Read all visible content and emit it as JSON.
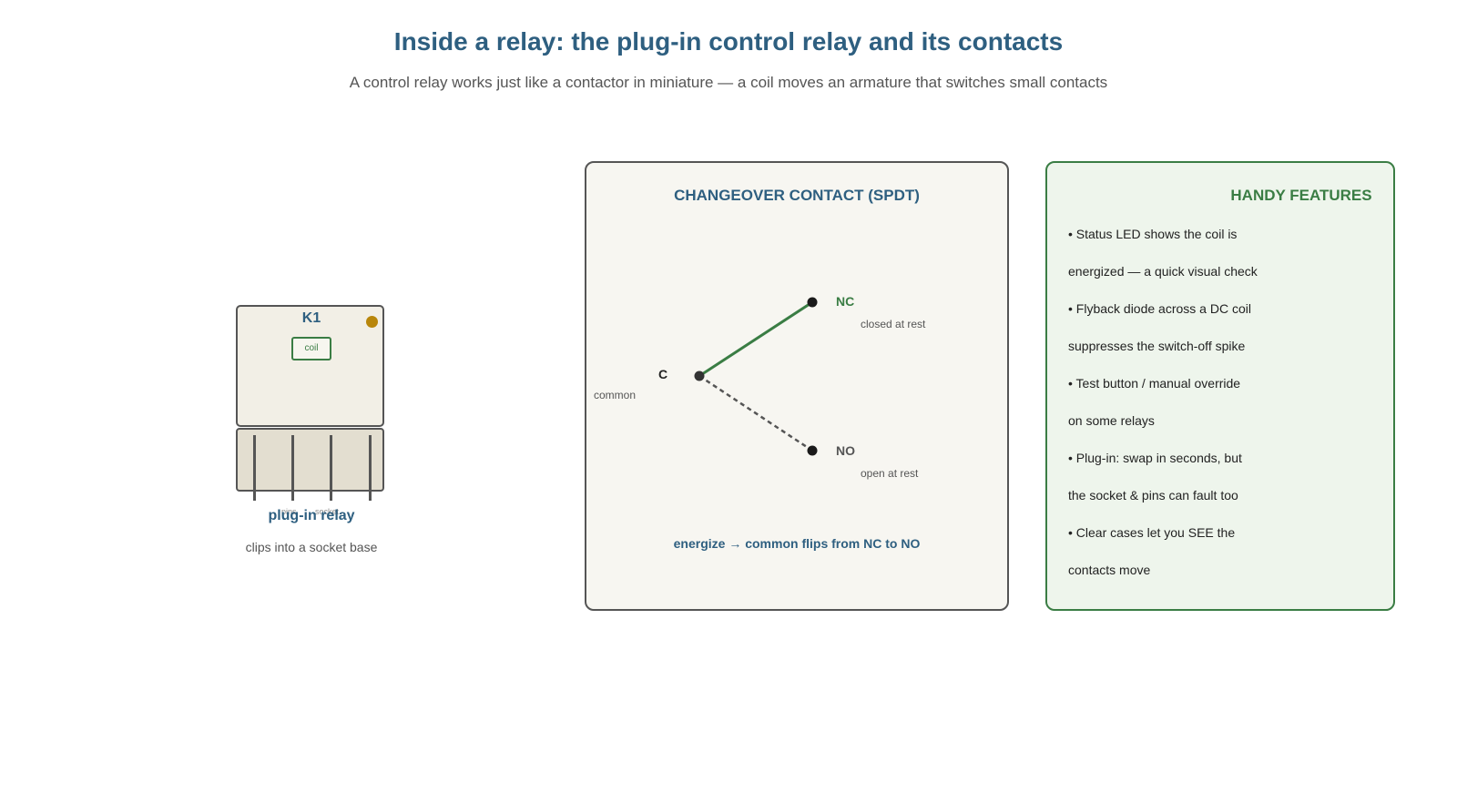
{
  "header": {
    "title": "Inside a relay: the plug-in control relay and its contacts",
    "subtitle": "A control relay works just like a contactor in miniature — a coil moves an armature that switches small contacts"
  },
  "relay": {
    "tag": "K1",
    "coil_label": "coil",
    "pins_label": "pins",
    "socket_label": "socket",
    "caption": "plug-in relay",
    "subcaption": "clips into a socket base",
    "led_color": "#b8860b"
  },
  "contact_panel": {
    "title": "CHANGEOVER CONTACT (SPDT)",
    "common_letter": "C",
    "common_label": "common",
    "nc_label": "NC",
    "nc_state": "closed at rest",
    "no_label": "NO",
    "no_state": "open at rest",
    "note": "energize → common flips from NC to NO"
  },
  "features_panel": {
    "title": "HANDY FEATURES",
    "lines": [
      "• Status LED shows the coil is",
      "energized — a quick visual check",
      "• Flyback diode across a DC coil",
      "suppresses the switch-off spike",
      "• Test button / manual override",
      "on some relays",
      "• Plug-in: swap in seconds, but",
      "the socket & pins can fault too",
      "• Clear cases let you SEE the",
      "contacts move"
    ]
  },
  "colors": {
    "accent_blue": "#2e5f80",
    "accent_green": "#3a7d44",
    "outline": "#555555",
    "led": "#b8860b"
  }
}
